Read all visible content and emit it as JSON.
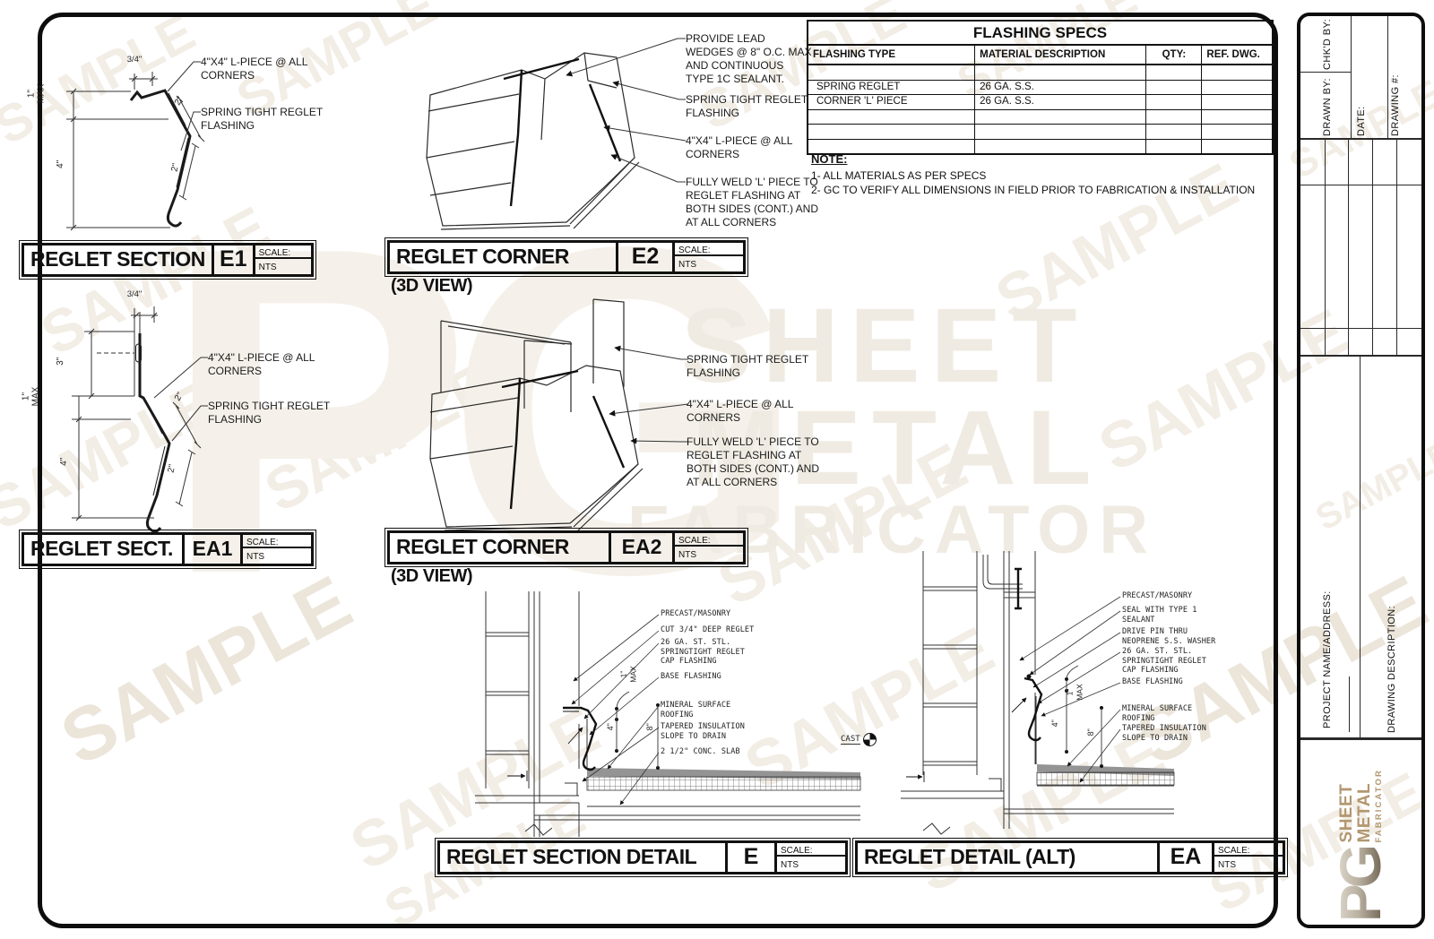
{
  "sheet": {
    "watermark_text": "SAMPLE",
    "ghost": {
      "pg": "PG",
      "line1": "SHEET",
      "line2": "METAL",
      "line3": "FABRICATOR"
    }
  },
  "specs_table": {
    "title": "FLASHING SPECS",
    "headers": [
      "FLASHING TYPE",
      "MATERIAL DESCRIPTION",
      "QTY:",
      "REF. DWG."
    ],
    "rows": [
      {
        "type": "",
        "material": "",
        "qty": "",
        "ref": ""
      },
      {
        "type": "SPRING REGLET",
        "material": "26 GA. S.S.",
        "qty": "",
        "ref": ""
      },
      {
        "type": "CORNER 'L' PIECE",
        "material": "26 GA. S.S.",
        "qty": "",
        "ref": ""
      },
      {
        "type": "",
        "material": "",
        "qty": "",
        "ref": ""
      },
      {
        "type": "",
        "material": "",
        "qty": "",
        "ref": ""
      },
      {
        "type": "",
        "material": "",
        "qty": "",
        "ref": ""
      }
    ]
  },
  "note": {
    "heading": "NOTE:",
    "item1": "1- ALL MATERIALS AS PER SPECS",
    "item2": "2- GC TO VERIFY ALL DIMENSIONS IN FIELD PRIOR TO FABRICATION & INSTALLATION"
  },
  "scale": {
    "label": "SCALE:",
    "value": "NTS"
  },
  "details": {
    "e1": {
      "title": "REGLET SECTION",
      "code": "E1",
      "callouts": [
        "4\"X4\" L-PIECE @ ALL CORNERS",
        "SPRING TIGHT REGLET FLASHING"
      ],
      "dims": {
        "top": "3/4\"",
        "max": "1\" MAX",
        "four": "4\"",
        "two_a": "2\"",
        "two_b": "2\""
      }
    },
    "e2": {
      "title": "REGLET CORNER",
      "subtitle": "(3D VIEW)",
      "code": "E2",
      "callouts": [
        "PROVIDE LEAD WEDGES @ 8\" O.C. MAX AND CONTINUOUS TYPE 1C SEALANT.",
        "SPRING TIGHT REGLET FLASHING",
        "4\"X4\" L-PIECE @ ALL CORNERS",
        "FULLY WELD 'L' PIECE TO REGLET FLASHING AT BOTH SIDES (CONT.) AND AT ALL CORNERS"
      ]
    },
    "ea1": {
      "title": "REGLET SECT.",
      "code": "EA1",
      "callouts": [
        "4\"X4\" L-PIECE @ ALL CORNERS",
        "SPRING TIGHT REGLET FLASHING"
      ],
      "dims": {
        "top": "3/4\"",
        "three": "3\"",
        "max": "1\" MAX",
        "four": "4\"",
        "two_a": "2\"",
        "two_b": "2\""
      }
    },
    "ea2": {
      "title": "REGLET CORNER",
      "subtitle": "(3D VIEW)",
      "code": "EA2",
      "callouts": [
        "SPRING TIGHT REGLET FLASHING",
        "4\"X4\" L-PIECE @ ALL CORNERS",
        "FULLY WELD 'L' PIECE TO REGLET FLASHING AT BOTH SIDES (CONT.) AND AT ALL CORNERS"
      ]
    },
    "e": {
      "title": "REGLET SECTION DETAIL",
      "code": "E",
      "labels": [
        "PRECAST/MASONRY",
        "CUT 3/4\" DEEP REGLET",
        "26 GA. ST. STL. SPRINGTIGHT REGLET CAP FLASHING",
        "BASE FLASHING",
        "MINERAL SURFACE ROOFING",
        "TAPERED INSULATION SLOPE TO DRAIN",
        "2 1/2\" CONC. SLAB"
      ],
      "dims": {
        "max": "1\" MAX",
        "four": "4\"",
        "eight": "8\""
      },
      "cast_label": "CAST"
    },
    "ea": {
      "title": "REGLET DETAIL (ALT)",
      "code": "EA",
      "labels": [
        "PRECAST/MASONRY",
        "SEAL WITH TYPE 1 SEALANT",
        "DRIVE PIN THRU NEOPRENE S.S. WASHER",
        "26 GA. ST. STL. SPRINGTIGHT REGLET CAP FLASHING",
        "BASE FLASHING",
        "MINERAL SURFACE ROOFING",
        "TAPERED INSULATION SLOPE TO DRAIN"
      ],
      "dims": {
        "max": "1\" MAX",
        "four": "4\"",
        "eight": "8\""
      }
    }
  },
  "titleblock": {
    "drawn_by": "DRAWN BY:",
    "chkd_by": "CHK'D BY:",
    "date": "DATE:",
    "drawing_no": "DRAWING #:",
    "project": "PROJECT NAME/ADDRESS:",
    "description": "DRAWING DESCRIPTION:",
    "logo": {
      "pg": "PG",
      "sheet": "SHEET",
      "metal": "METAL",
      "fabricator": "FABRICATOR"
    },
    "logo_color": "#b29770"
  }
}
